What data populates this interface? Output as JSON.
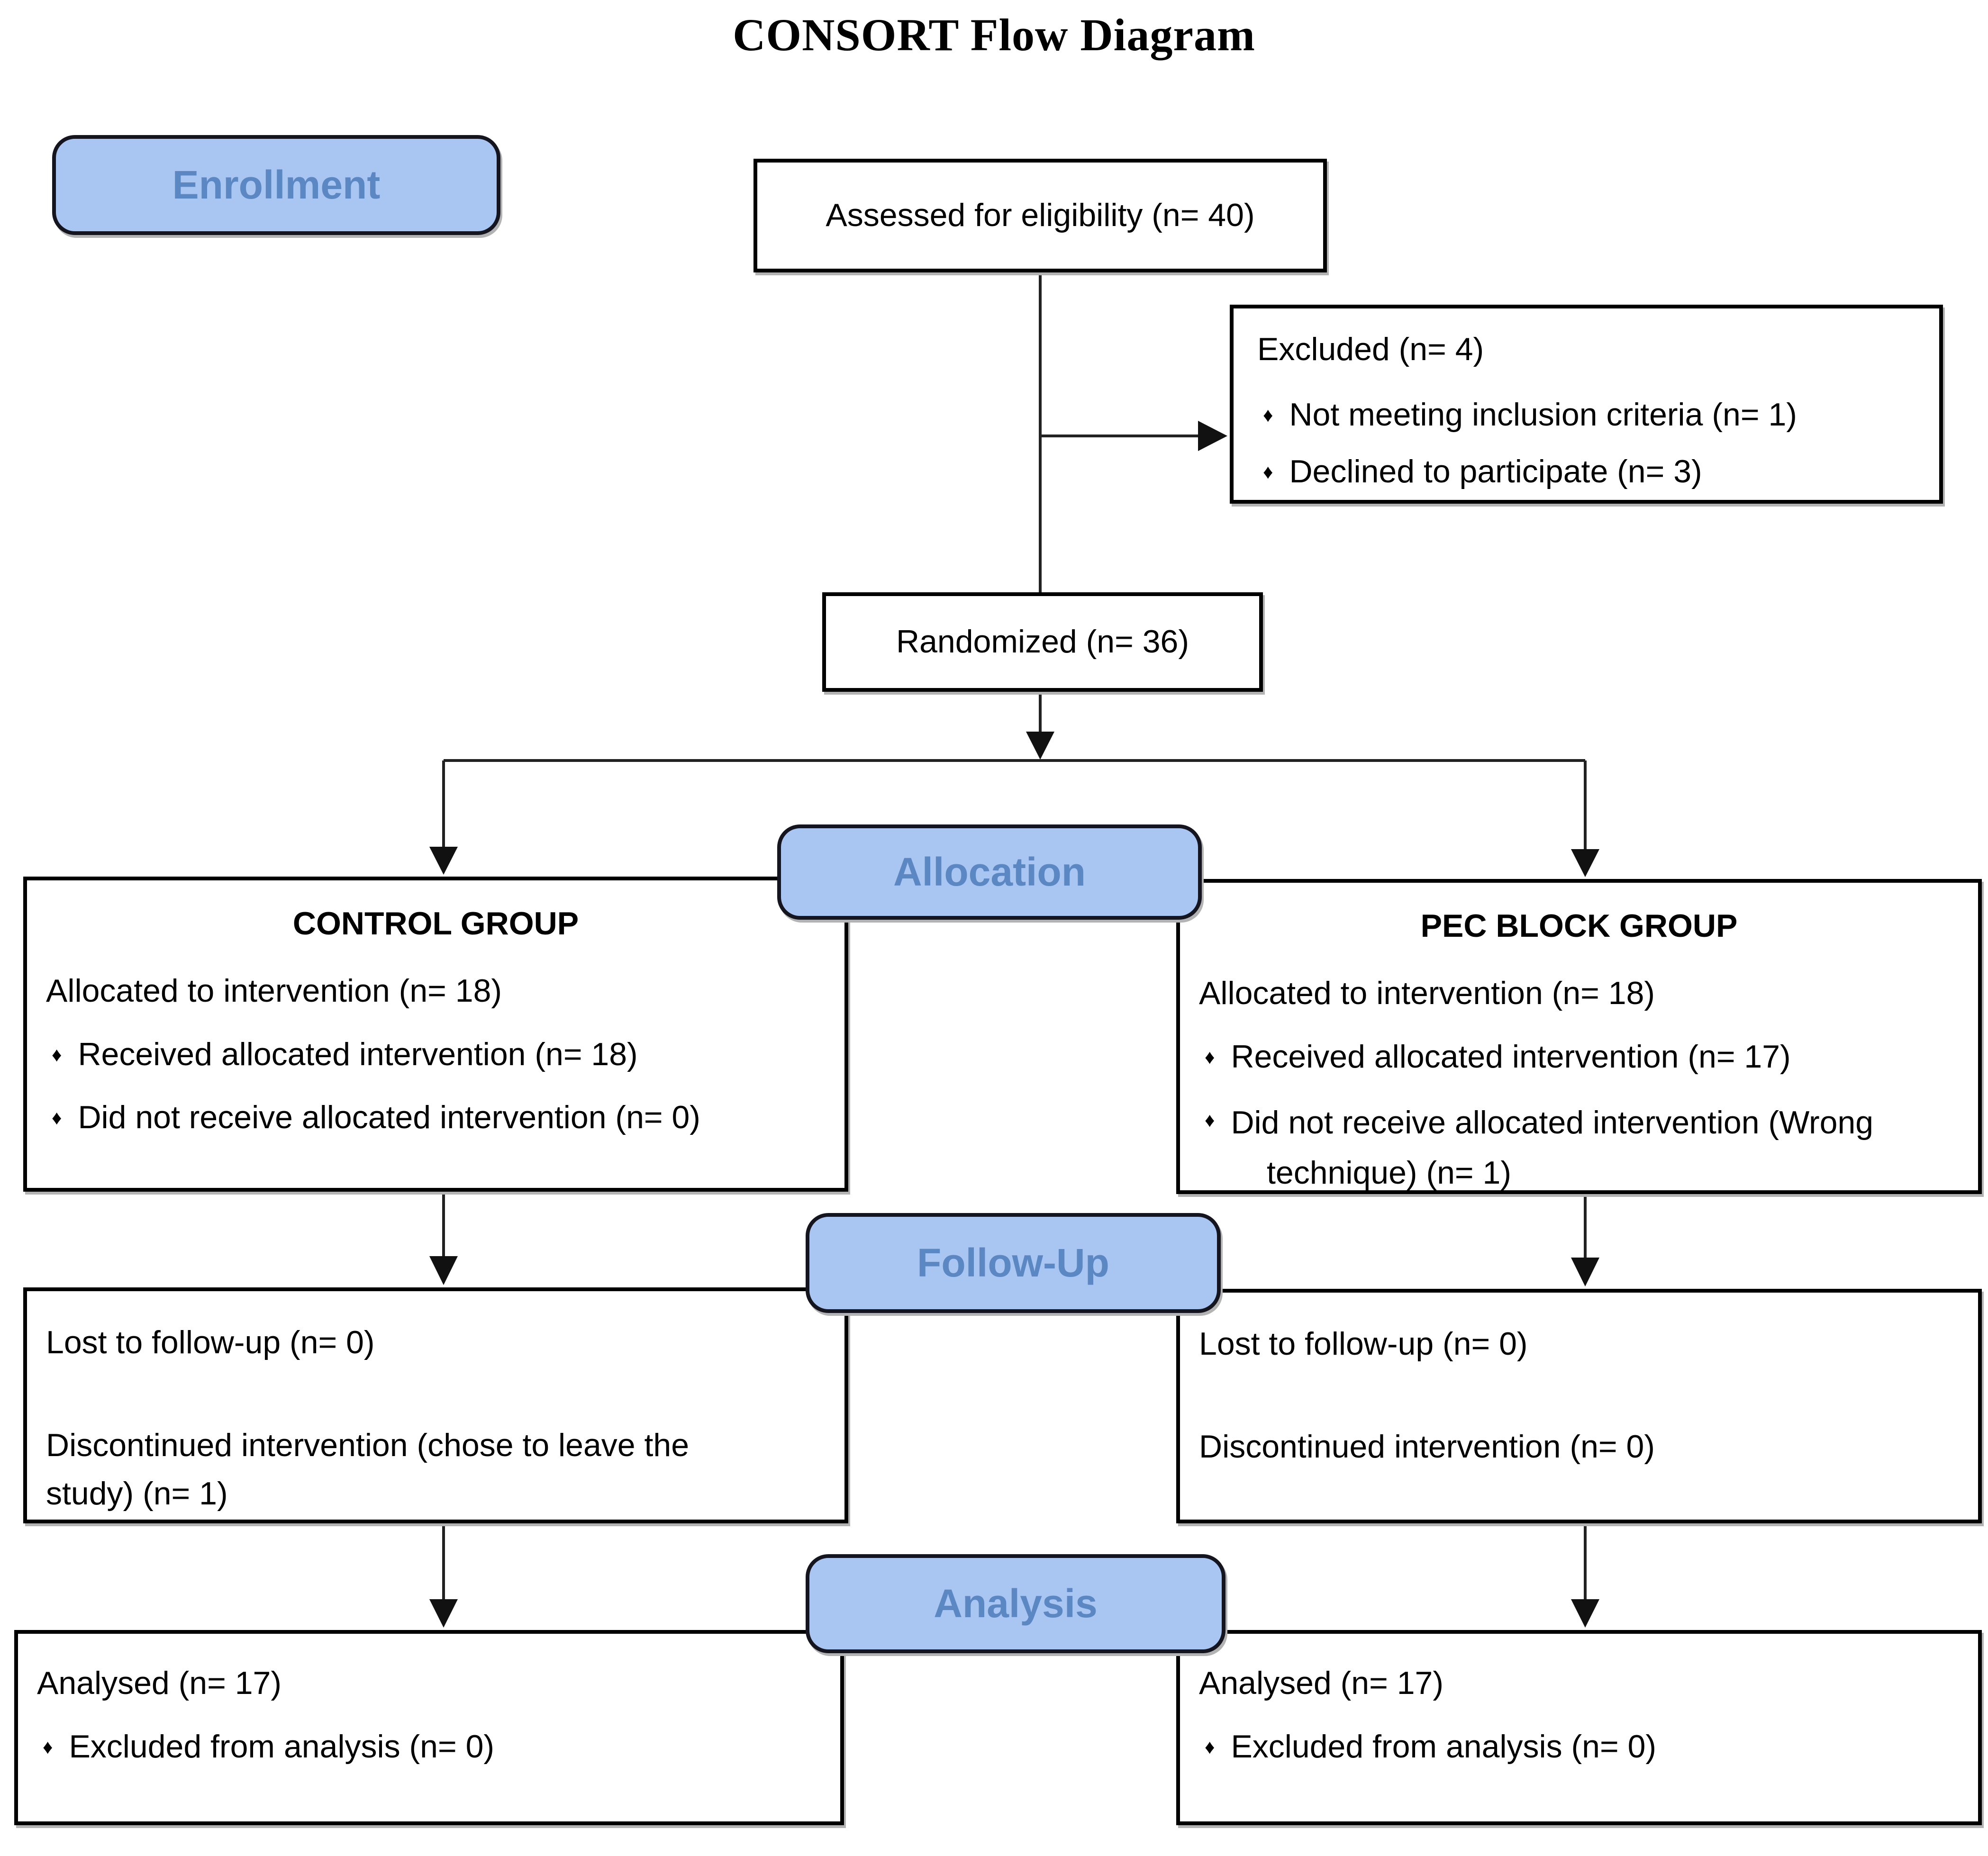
{
  "title": "CONSORT Flow Diagram",
  "bullet_glyph": "♦",
  "stages": {
    "enrollment": "Enrollment",
    "allocation": "Allocation",
    "followup": "Follow-Up",
    "analysis": "Analysis"
  },
  "boxes": {
    "assessed": {
      "text": "Assessed for eligibility (n= 40)"
    },
    "excluded": {
      "title": "Excluded (n= 4)",
      "bullets": [
        "Not meeting inclusion criteria (n= 1)",
        "Declined to participate (n= 3)"
      ]
    },
    "randomized": {
      "text": "Randomized (n= 36)"
    },
    "control_group": {
      "heading": "CONTROL GROUP",
      "intro": "Allocated to intervention (n= 18)",
      "bullets": [
        "Received allocated intervention (n= 18)",
        "Did not receive allocated intervention (n= 0)"
      ]
    },
    "pec_group": {
      "heading": "PEC BLOCK GROUP",
      "intro": "Allocated to intervention (n= 18)",
      "bullets": [
        "Received allocated intervention (n= 17)",
        "Did not receive allocated intervention (Wrong\n    technique) (n= 1)"
      ]
    },
    "followup_left": {
      "line1": "Lost to follow-up (n= 0)",
      "line2": "Discontinued intervention (chose to leave the\nstudy) (n= 1)"
    },
    "followup_right": {
      "line1": "Lost to follow-up (n= 0)",
      "line2": "Discontinued intervention (n= 0)"
    },
    "analysis_left": {
      "intro": "Analysed (n= 17)",
      "bullets": [
        "Excluded from analysis (n= 0)"
      ]
    },
    "analysis_right": {
      "intro": "Analysed (n= 17)",
      "bullets": [
        "Excluded from analysis (n= 0)"
      ]
    }
  },
  "colors": {
    "stage_fill": "#a9c5f2",
    "stage_border": "#15151f",
    "stage_text": "#5b87c2",
    "box_border": "#000000",
    "box_fill": "#ffffff",
    "text": "#000000",
    "shadow": "#b3b3b3"
  }
}
